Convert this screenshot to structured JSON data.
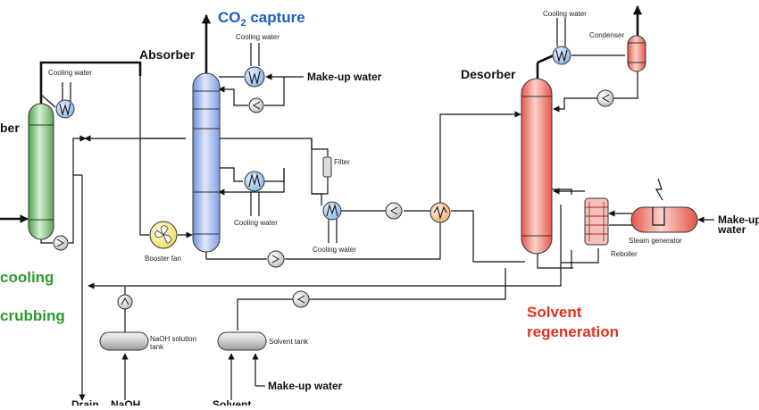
{
  "sections": {
    "co2_capture": {
      "prefix": "CO",
      "sub": "2",
      "suffix": " capture"
    },
    "cooling": "cooling",
    "scrubbing": "crubbing",
    "solvent_regeneration_line1": "Solvent",
    "solvent_regeneration_line2": "regeneration"
  },
  "equipment": {
    "absorber": "Absorber",
    "desorber": "Desorber",
    "scrubber_partial": "ber",
    "booster_fan": "Booster fan",
    "filter": "Filter",
    "condenser": "Condenser",
    "reboiler": "Reboiler",
    "steam_generator": "Steam generator",
    "naoh_tank_line1": "NaOH solution",
    "naoh_tank_line2": "tank",
    "solvent_tank": "Solvent tank"
  },
  "streams": {
    "cooling_water_scrubber": "Cooling water",
    "cooling_water_absorber_top": "Cooling water",
    "cooling_water_absorber_mid": "Cooling water",
    "cooling_water_lean": "Cooling water",
    "cooling_water_condenser": "Cooling water",
    "makeup_water_absorber": "Make-up water",
    "makeup_water_steam_line1": "Make-up",
    "makeup_water_steam_line2": "water",
    "makeup_water_solvent": "Make-up water",
    "drain": "Drain",
    "naoh": "NaOH",
    "solvent": "Solvent"
  },
  "colors": {
    "co2_capture": "#1f5fbf",
    "cooling_scrubbing": "#2e9a2e",
    "solvent_regeneration": "#e0311f",
    "absorber_fill": "#a9bff0",
    "desorber_fill": "#f08a80",
    "scrubber_fill": "#8fc98a",
    "hx_fill": "#9fc5ef",
    "heater_fill": "#f6b98a",
    "fan_fill": "#f5ec7a",
    "tank_fill": "#dddddd"
  },
  "icons": [
    "heat-exchanger-icon",
    "pump-icon",
    "fan-icon",
    "steam-heat-icon"
  ]
}
